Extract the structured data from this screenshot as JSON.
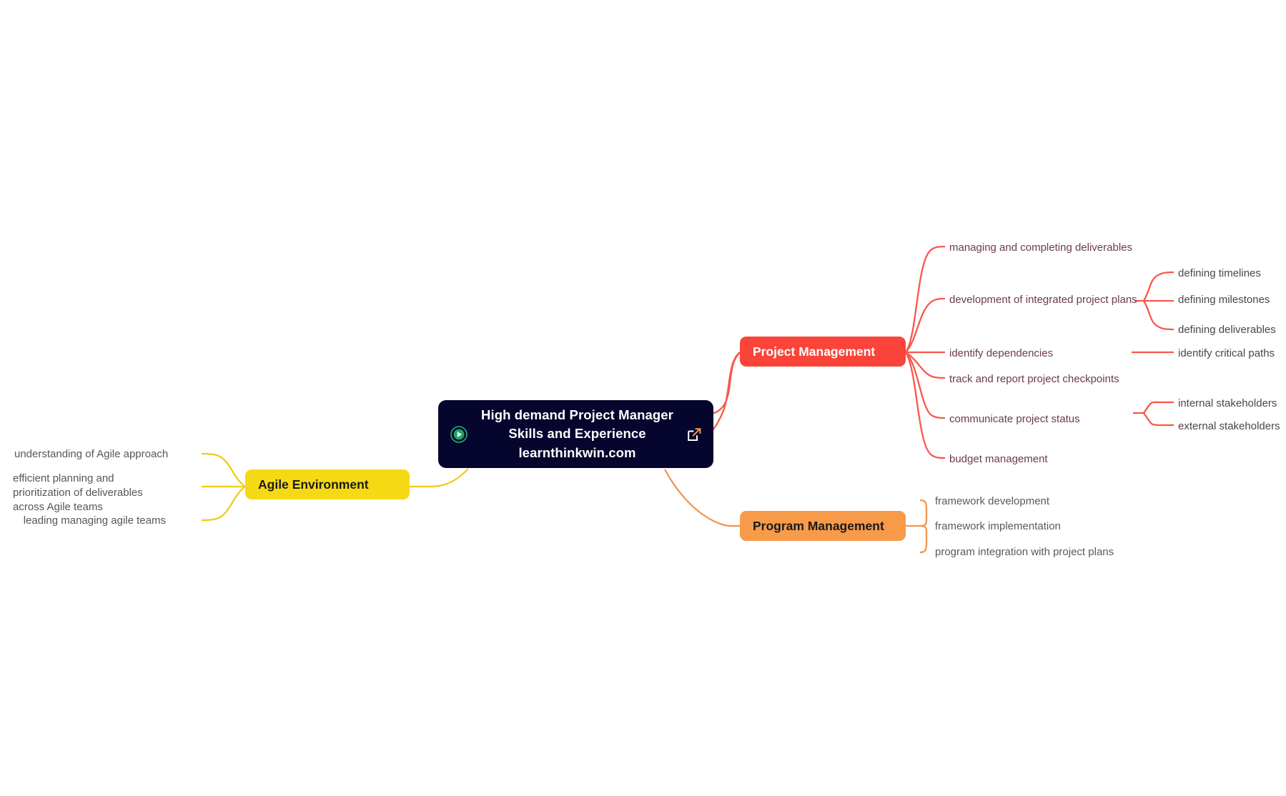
{
  "colors": {
    "background": "#ffffff",
    "central_fill": "#05052e",
    "central_text": "#ffffff",
    "project_management": "#fa4439",
    "program_management": "#f79a4a",
    "agile_environment": "#f6d915",
    "play_icon": "#21a366",
    "extlink_arrow": "#f79a4a",
    "leaf_text_red": "#6b3a4e",
    "leaf_text_gray": "#4d4447"
  },
  "central": {
    "title": "High demand Project Manager\nSkills and Experience\nlearnthinkwin.com",
    "line1": "High demand Project Manager",
    "line2": "Skills and Experience",
    "line3": "learnthinkwin.com",
    "play_icon": "play-circle-icon",
    "external_link_icon": "external-link-icon"
  },
  "branches": {
    "project_management": {
      "label": "Project Management",
      "children": [
        {
          "label": "managing and completing deliverables",
          "children": []
        },
        {
          "label": "development of integrated project plans",
          "children": [
            {
              "label": "defining timelines"
            },
            {
              "label": "defining milestones"
            },
            {
              "label": "defining deliverables"
            }
          ]
        },
        {
          "label": "identify dependencies",
          "children": [
            {
              "label": "identify critical paths"
            }
          ]
        },
        {
          "label": "track and report project checkpoints",
          "children": []
        },
        {
          "label": "communicate project status",
          "children": [
            {
              "label": "internal stakeholders"
            },
            {
              "label": "external stakeholders"
            }
          ]
        },
        {
          "label": "budget management",
          "children": []
        }
      ]
    },
    "program_management": {
      "label": "Program Management",
      "children": [
        {
          "label": "framework development"
        },
        {
          "label": "framework implementation"
        },
        {
          "label": "program integration with project plans"
        }
      ]
    },
    "agile_environment": {
      "label": "Agile Environment",
      "children": [
        {
          "label": "understanding of Agile approach"
        },
        {
          "label": "efficient planning and prioritization of deliverables across Agile teams"
        },
        {
          "label": "leading managing agile teams"
        }
      ]
    }
  }
}
